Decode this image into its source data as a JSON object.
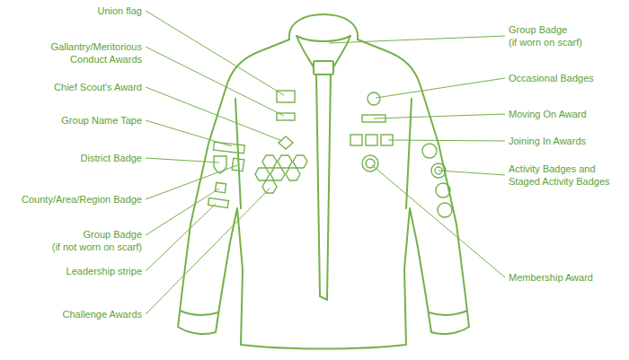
{
  "diagram": {
    "labels": [
      "Union flag",
      "Gallantry/Meritorious Conduct Awards",
      "Chief Scout's Award",
      "Group Name Tape",
      "District Badge",
      "County/Area/Region Badge",
      "Group Badge (if not worn on scarf)",
      "Leadership stripe",
      "Challenge Awards",
      "Group Badge (if worn on scarf)",
      "Occasional Badges",
      "Moving On Award",
      "Joining In Awards",
      "Activity Badges and Staged Activity Badges",
      "Membership Award"
    ]
  }
}
